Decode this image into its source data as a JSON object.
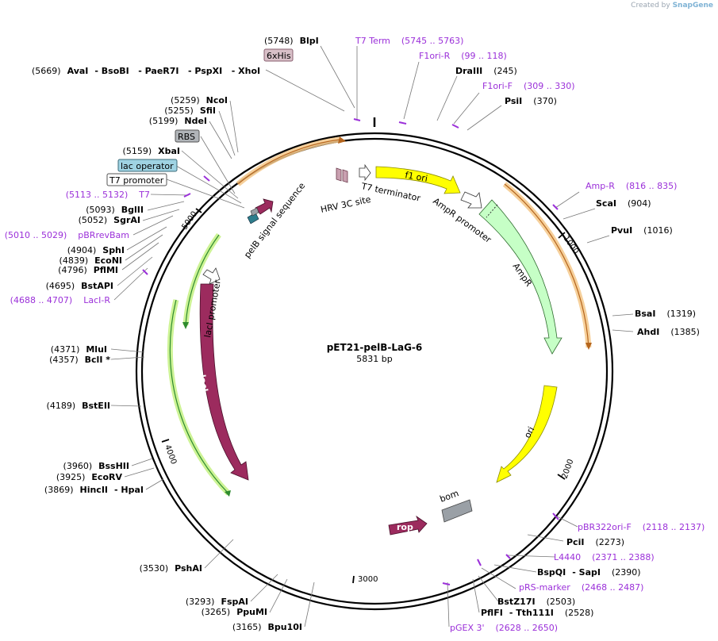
{
  "credit": {
    "prefix": "Created by",
    "brand": "SnapGene"
  },
  "plasmid": {
    "name": "pET21-pelB-LaG-6",
    "length_label": "5831 bp"
  },
  "colors": {
    "primer": "#9b30d9",
    "yellow": "#ffff00",
    "green_feat": "#c6ffc6",
    "lacI": "#9c2b5e",
    "rop": "#9c2b5e",
    "orange_glow": "#f5c88a",
    "green_glow": "#c8f28a"
  },
  "ticks": [
    "1000",
    "2000",
    "3000",
    "4000",
    "5000"
  ],
  "right_labels": [
    {
      "pos": "(5748)",
      "name": "BlpI"
    },
    {
      "name": "T7 Term",
      "pos": "(5745 .. 5763)",
      "primer": true
    },
    {
      "name": "F1ori-R",
      "pos": "(99 .. 118)",
      "primer": true
    },
    {
      "name": "DraIII",
      "pos": "(245)"
    },
    {
      "name": "F1ori-F",
      "pos": "(309 .. 330)",
      "primer": true
    },
    {
      "name": "PsiI",
      "pos": "(370)"
    },
    {
      "name": "Amp-R",
      "pos": "(816 .. 835)",
      "primer": true
    },
    {
      "name": "ScaI",
      "pos": "(904)"
    },
    {
      "name": "PvuI",
      "pos": "(1016)"
    },
    {
      "name": "BsaI",
      "pos": "(1319)"
    },
    {
      "name": "AhdI",
      "pos": "(1385)"
    },
    {
      "name": "pBR322ori-F",
      "pos": "(2118 .. 2137)",
      "primer": true
    },
    {
      "name": "PciI",
      "pos": "(2273)"
    },
    {
      "name": "L4440",
      "pos": "(2371 .. 2388)",
      "primer": true
    },
    {
      "name": "BspQI",
      "name2": "- SapI",
      "pos": "(2390)"
    },
    {
      "name": "pRS-marker",
      "pos": "(2468 .. 2487)",
      "primer": true
    },
    {
      "name": "BstZ17I",
      "pos": "(2503)"
    },
    {
      "name": "PflFI",
      "name2": "- Tth111I",
      "pos": "(2528)"
    },
    {
      "name": "pGEX 3'",
      "pos": "(2628 .. 2650)",
      "primer": true
    }
  ],
  "left_labels": [
    {
      "pos": "(5669)",
      "name": "AvaI",
      "extra": "- BsoBI   - PaeR7I   - PspXI   - XhoI"
    },
    {
      "pos": "(5259)",
      "name": "NcoI"
    },
    {
      "pos": "(5255)",
      "name": "SfiI"
    },
    {
      "pos": "(5199)",
      "name": "NdeI"
    },
    {
      "pos": "(5159)",
      "name": "XbaI"
    },
    {
      "pos": "(5113 .. 5132)",
      "name": "T7",
      "primer": true
    },
    {
      "pos": "(5093)",
      "name": "BglII"
    },
    {
      "pos": "(5052)",
      "name": "SgrAI"
    },
    {
      "pos": "(5010 .. 5029)",
      "name": "pBRrevBam",
      "primer": true
    },
    {
      "pos": "(4904)",
      "name": "SphI"
    },
    {
      "pos": "(4839)",
      "name": "EcoNI"
    },
    {
      "pos": "(4796)",
      "name": "PflMI"
    },
    {
      "pos": "(4695)",
      "name": "BstAPI"
    },
    {
      "pos": "(4688 .. 4707)",
      "name": "LacI-R",
      "primer": true
    },
    {
      "pos": "(4371)",
      "name": "MluI"
    },
    {
      "pos": "(4357)",
      "name": "BclI *"
    },
    {
      "pos": "(4189)",
      "name": "BstEII"
    },
    {
      "pos": "(3960)",
      "name": "BssHII"
    },
    {
      "pos": "(3925)",
      "name": "EcoRV"
    },
    {
      "pos": "(3869)",
      "name": "HincII",
      "extra": "- HpaI"
    },
    {
      "pos": "(3530)",
      "name": "PshAI"
    },
    {
      "pos": "(3293)",
      "name": "FspAI"
    },
    {
      "pos": "(3265)",
      "name": "PpuMI"
    },
    {
      "pos": "(3165)",
      "name": "Bpu10I"
    }
  ],
  "boxed": {
    "his": "6xHis",
    "rbs": "RBS",
    "lacop": "lac operator",
    "t7prom": "T7 promoter"
  },
  "features": {
    "f1ori": "f1 ori",
    "t7term": "T7 terminator",
    "hrv": "HRV 3C site",
    "pelb": "pelB signal sequence",
    "ampr_prom": "AmpR promoter",
    "ampr": "AmpR",
    "ori": "ori",
    "bom": "bom",
    "rop": "rop",
    "laci": "lacI",
    "laci_prom": "lacI promoter"
  }
}
